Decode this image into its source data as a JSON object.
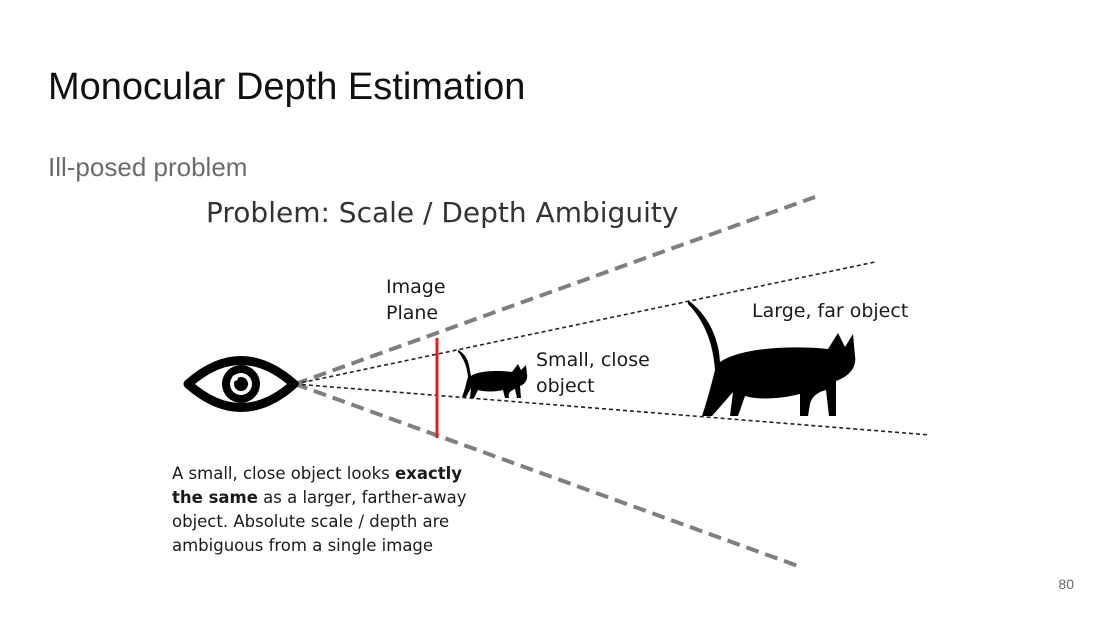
{
  "slide": {
    "title": "Monocular Depth Estimation",
    "subtitle": "Ill-posed problem",
    "page_number": "80"
  },
  "figure": {
    "title": "Problem: Scale / Depth Ambiguity",
    "labels": {
      "image_plane_line1": "Image",
      "image_plane_line2": "Plane",
      "small_line1": "Small, close",
      "small_line2": "object",
      "large": "Large, far object"
    },
    "caption": {
      "part1": "A small, close object looks ",
      "bold1": "exactly",
      "bold2": "the same",
      "part2": " as a larger, farther-away object. Absolute scale / depth are ambiguous from a single image"
    },
    "colors": {
      "image_plane": "#e02020",
      "fov_lines": "#7f7f7f",
      "ray_lines": "#222222",
      "silhouette": "#000000"
    },
    "icons": [
      "eye-icon",
      "small-cat-silhouette",
      "large-cat-silhouette"
    ]
  }
}
